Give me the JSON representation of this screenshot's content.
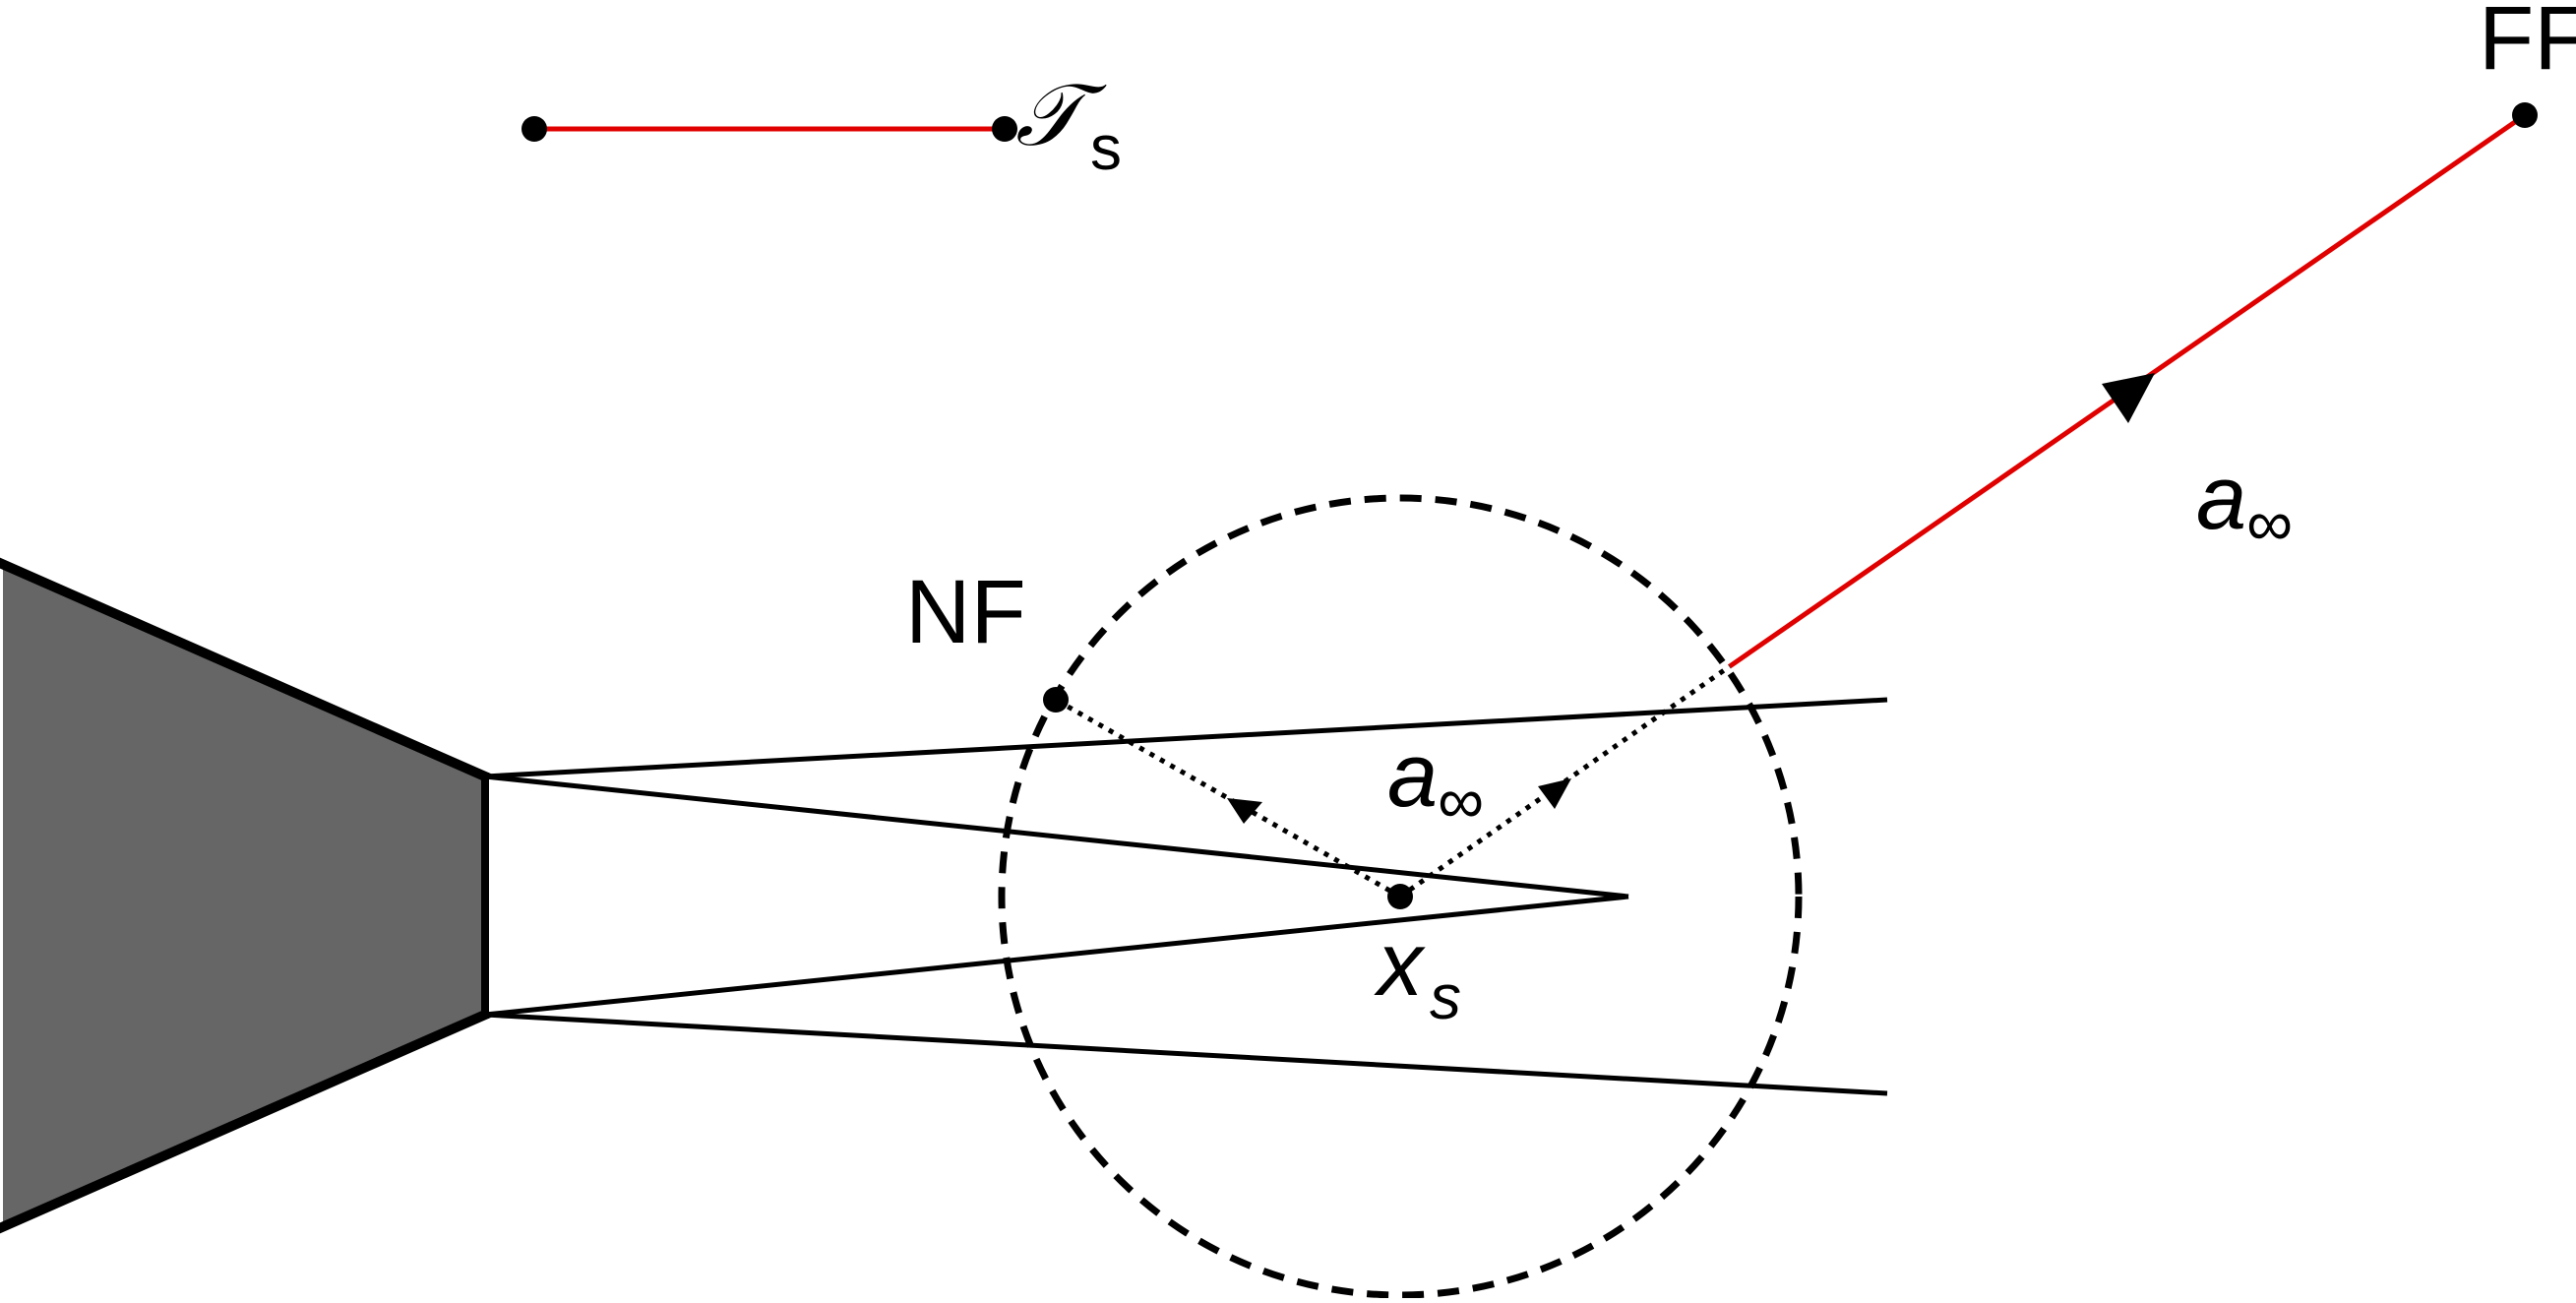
{
  "labels": {
    "tau_symbol": "𝒯",
    "tau_sub": "s",
    "ff": "FF",
    "nf": "NF",
    "a_far": "a",
    "a_far_sub": "∞",
    "a_near": "a",
    "a_near_sub": "∞",
    "x_s": "x",
    "x_s_sub": "s"
  },
  "colors": {
    "ray": "#e00000",
    "outline": "#000000",
    "body_fill": "#666666",
    "background": "#ffffff"
  }
}
